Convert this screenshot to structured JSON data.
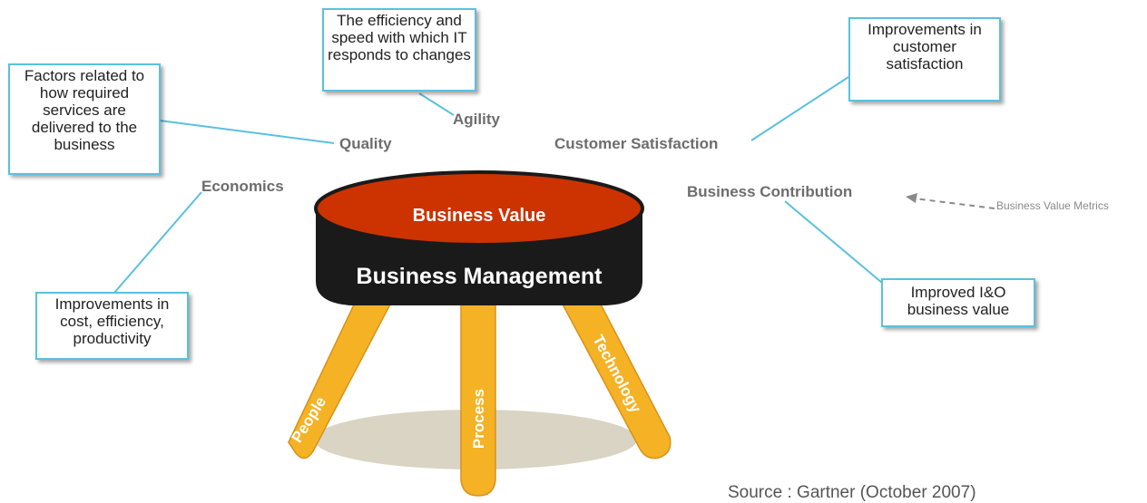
{
  "center": {
    "top_label": "Business Value",
    "band_label": "Business Management",
    "legs": [
      "People",
      "Process",
      "Technology"
    ]
  },
  "metrics": {
    "agility": "Agility",
    "quality": "Quality",
    "customer_satisfaction": "Customer Satisfaction",
    "economics": "Economics",
    "business_contribution": "Business Contribution"
  },
  "callouts": {
    "agility": "The efficiency and speed with which IT responds to changes",
    "quality": "Factors related to how required services are delivered to the business",
    "customer_satisfaction": "Improvements in customer satisfaction",
    "economics": "Improvements in cost, efficiency, productivity",
    "business_contribution": "Improved I&O business value"
  },
  "legend": "Business Value Metrics",
  "source": "Source : Gartner (October 2007)",
  "colors": {
    "seat_top": "#cc3300",
    "seat_band": "#1a1a1a",
    "legs": "#f5b225",
    "connector": "#5bc0de",
    "shadow": "#d9d4c3"
  }
}
